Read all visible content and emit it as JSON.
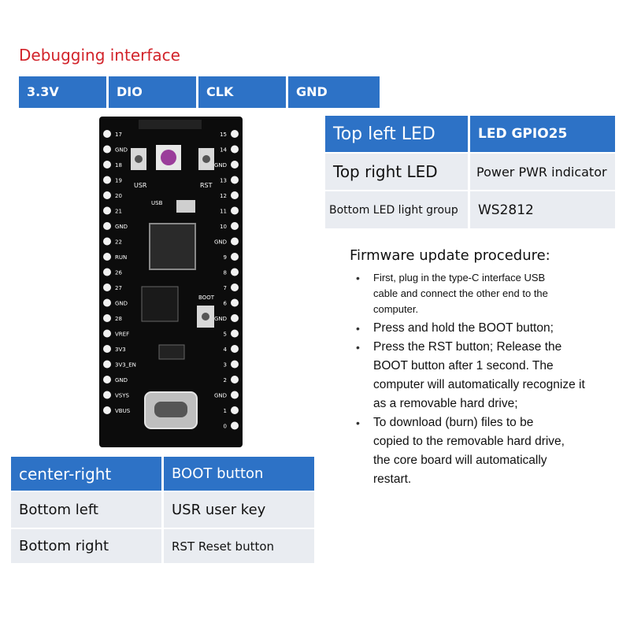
{
  "debug": {
    "title": "Debugging interface",
    "pins": [
      "3.3V",
      "DIO",
      "CLK",
      "GND"
    ]
  },
  "led_table": {
    "rows": [
      {
        "name": "Top left LED",
        "value": "LED GPIO25"
      },
      {
        "name": "Top right LED",
        "value": "Power PWR indicator"
      },
      {
        "name": "Bottom LED light group",
        "value": "WS2812"
      }
    ]
  },
  "button_table": {
    "rows": [
      {
        "name": "center-right",
        "value": "BOOT button"
      },
      {
        "name": "Bottom left",
        "value": "USR user key"
      },
      {
        "name": "Bottom right",
        "value": "RST Reset button"
      }
    ]
  },
  "firmware": {
    "title": "Firmware update procedure:",
    "steps": [
      "First, plug in the type-C interface USB cable and connect the other end to the computer.",
      "Press and hold the BOOT button;",
      "Press the RST button; Release the BOOT button after 1 second. The computer will automatically recognize it as a removable hard drive;",
      "To download (burn) files to be copied to the removable hard drive, the core board will automatically restart."
    ]
  },
  "board": {
    "left_pins": [
      "17",
      "GND",
      "18",
      "19",
      "20",
      "21",
      "GND",
      "22",
      "RUN",
      "26",
      "27",
      "GND",
      "28",
      "VREF",
      "3V3",
      "3V3_EN",
      "GND",
      "VSYS",
      "VBUS"
    ],
    "right_pins": [
      "15",
      "14",
      "GND",
      "13",
      "12",
      "11",
      "10",
      "GND",
      "9",
      "8",
      "7",
      "6",
      "GND",
      "5",
      "4",
      "3",
      "2",
      "GND",
      "1",
      "0"
    ],
    "labels": {
      "usr": "USR",
      "rst": "RST",
      "boot": "BOOT",
      "usb": "USB"
    },
    "colors": {
      "pcb": "#0c0c0c",
      "pad": "#f2f2f2",
      "accent": "#2d72c6"
    }
  }
}
